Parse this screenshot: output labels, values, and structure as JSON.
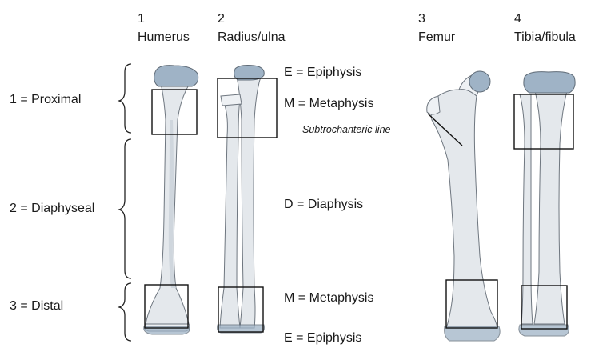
{
  "bones": [
    {
      "number": "1",
      "name": "Humerus"
    },
    {
      "number": "2",
      "name": "Radius/ulna"
    },
    {
      "number": "3",
      "name": "Femur"
    },
    {
      "number": "4",
      "name": "Tibia/fibula"
    }
  ],
  "zones": [
    {
      "label": "1 = Proximal"
    },
    {
      "label": "2 = Diaphyseal"
    },
    {
      "label": "3 = Distal"
    }
  ],
  "regions": {
    "epiphysis_top": "E = Epiphysis",
    "metaphysis_top": "M = Metaphysis",
    "diaphysis": "D = Diaphysis",
    "metaphysis_bottom": "M = Metaphysis",
    "epiphysis_bottom": "E = Epiphysis"
  },
  "annotations": {
    "subtrochanteric_line": "Subtrochanteric line"
  }
}
